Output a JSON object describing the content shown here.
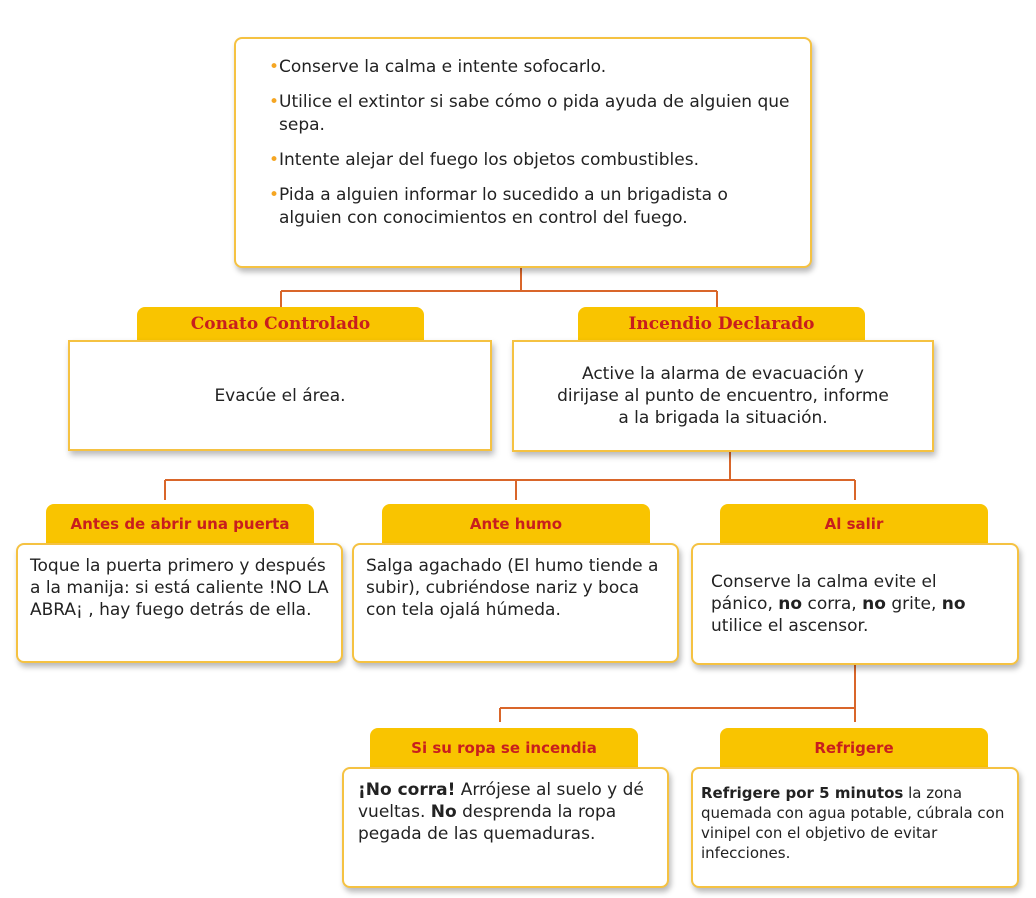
{
  "top_box": {
    "items": [
      "Conserve la calma e intente sofocarlo.",
      "Utilice el extintor si sabe cómo o pida ayuda de alguien que sepa.",
      "Intente alejar del fuego los objetos combustibles.",
      "Pida a alguien informar lo sucedido a un brigadista o alguien con conocimientos en control del fuego."
    ]
  },
  "conato": {
    "title": "Conato Controlado",
    "text": "Evacúe el área."
  },
  "incendio": {
    "title": "Incendio Declarado",
    "text": "Active la alarma de evacuación y dirijase al punto de encuentro, informe a la brigada la situación."
  },
  "puerta": {
    "title": "Antes de abrir una puerta",
    "text": "Toque la puerta primero y después a la manija: si está caliente !NO LA ABRA¡ , hay fuego detrás de ella."
  },
  "humo": {
    "title": "Ante humo",
    "text": "Salga agachado (El humo tiende a subir), cubriéndose nariz y boca con tela ojalá húmeda."
  },
  "salir": {
    "title": "Al salir",
    "t1": "Conserve la calma evite el pánico, ",
    "b1": "no",
    "t2": " corra, ",
    "b2": "no",
    "t3": " grite, ",
    "b3": "no",
    "t4": " utilice el ascensor."
  },
  "ropa": {
    "title": "Si su ropa se incendia",
    "b1": "¡No corra!",
    "t1": " Arrójese al suelo y dé vueltas. ",
    "b2": "No",
    "t2": " desprenda la ropa pegada de las quemaduras."
  },
  "refrigere": {
    "title": "Refrigere",
    "b1": "Refrigere por 5 minutos",
    "t1": " la zona quemada con agua potable, cúbrala con vinipel con el objetivo de evitar infecciones."
  },
  "colors": {
    "tab": "#f9c400",
    "tab_text": "#c81e1e",
    "border": "#f5c242",
    "connector": "#d9662a",
    "bullet": "#f5a623"
  }
}
